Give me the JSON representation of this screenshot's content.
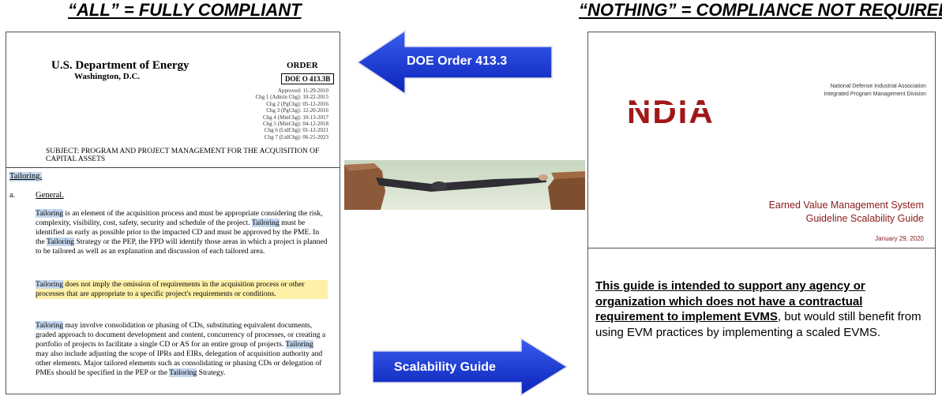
{
  "headings": {
    "left": "“ALL” = FULLY COMPLIANT",
    "right": "“NOTHING” = COMPLIANCE NOT REQUIRED"
  },
  "arrows": {
    "top_label": "DOE Order 413.3",
    "bottom_label": "Scalability Guide",
    "color": "#0b2fd8"
  },
  "doe_order": {
    "agency": "U.S. Department of Energy",
    "location": "Washington, D.C.",
    "order_label": "ORDER",
    "order_number": "DOE O 413.3B",
    "change_lines": [
      "Approved: 11-29-2010",
      "Chg 1 (Admin Chg): 10-22-2015",
      "Chg 2 (PgChg): 05-12-2016",
      "Chg 3 (PgChg): 12-20-2016",
      "Chg 4 (MinChg): 10-13-2017",
      "Chg 5 (MinChg): 04-12-2018",
      "Chg 6 (LtdChg): 01-12-2021",
      "Chg 7 (LtdChg): 06-21-2023"
    ],
    "subject": "SUBJECT: PROGRAM AND PROJECT MANAGEMENT FOR THE ACQUISITION OF CAPITAL ASSETS",
    "section_title": "Tailoring.",
    "item_marker": "a.",
    "item_title": "General.",
    "para1": {
      "s1_hl": "Tailoring",
      "s1_rest": " is an element of the acquisition process and must be appropriate considering the risk, complexity, visibility, cost, safety, security and schedule of the project. ",
      "s2_hl": "Tailoring",
      "s2_rest": " must be identified as early as possible prior to the impacted CD and must be approved by the PME. In the ",
      "s3_hl": "Tailoring",
      "s3_rest": " Strategy or the PEP, the FPD will identify those areas in which a project is planned to be tailored as well as an explanation and discussion of each tailored area."
    },
    "para2": {
      "hl": "Tailoring",
      "rest": " does not imply the omission of requirements in the acquisition process or other processes that are appropriate to a specific project's requirements or conditions."
    },
    "para3": {
      "s1_hl": "Tailoring",
      "s1_rest": " may involve consolidation or phasing of CDs, substituting equivalent documents, graded approach to document development and content, concurrency of processes, or creating a portfolio of projects to facilitate a single CD or AS for an entire group of projects. ",
      "s2_hl": "Tailoring",
      "s2_rest": " may also include adjusting the scope of IPRs and EIRs, delegation of acquisition authority and other elements. Major tailored elements such as consolidating or phasing CDs or delegation of PMEs should be specified in the PEP or the ",
      "s3_hl": "Tailoring",
      "s3_rest": " Strategy."
    }
  },
  "ndia": {
    "logo": "NDIA",
    "org_line1": "National Defense Industrial Association",
    "org_line2": "Integrated Program Management Division",
    "title_line1": "Earned Value Management System",
    "title_line2": "Guideline Scalability Guide",
    "date": "January 29, 2020",
    "statement_bold": "This guide is intended to support any agency or organization which does not have a contractual requirement to implement EVMS",
    "statement_rest": ", but would still benefit from using EVM practices by implementing a scaled EVMS.",
    "brand_color": "#a01818"
  },
  "photo": {
    "icon": "leap-between-cliffs-photo"
  }
}
